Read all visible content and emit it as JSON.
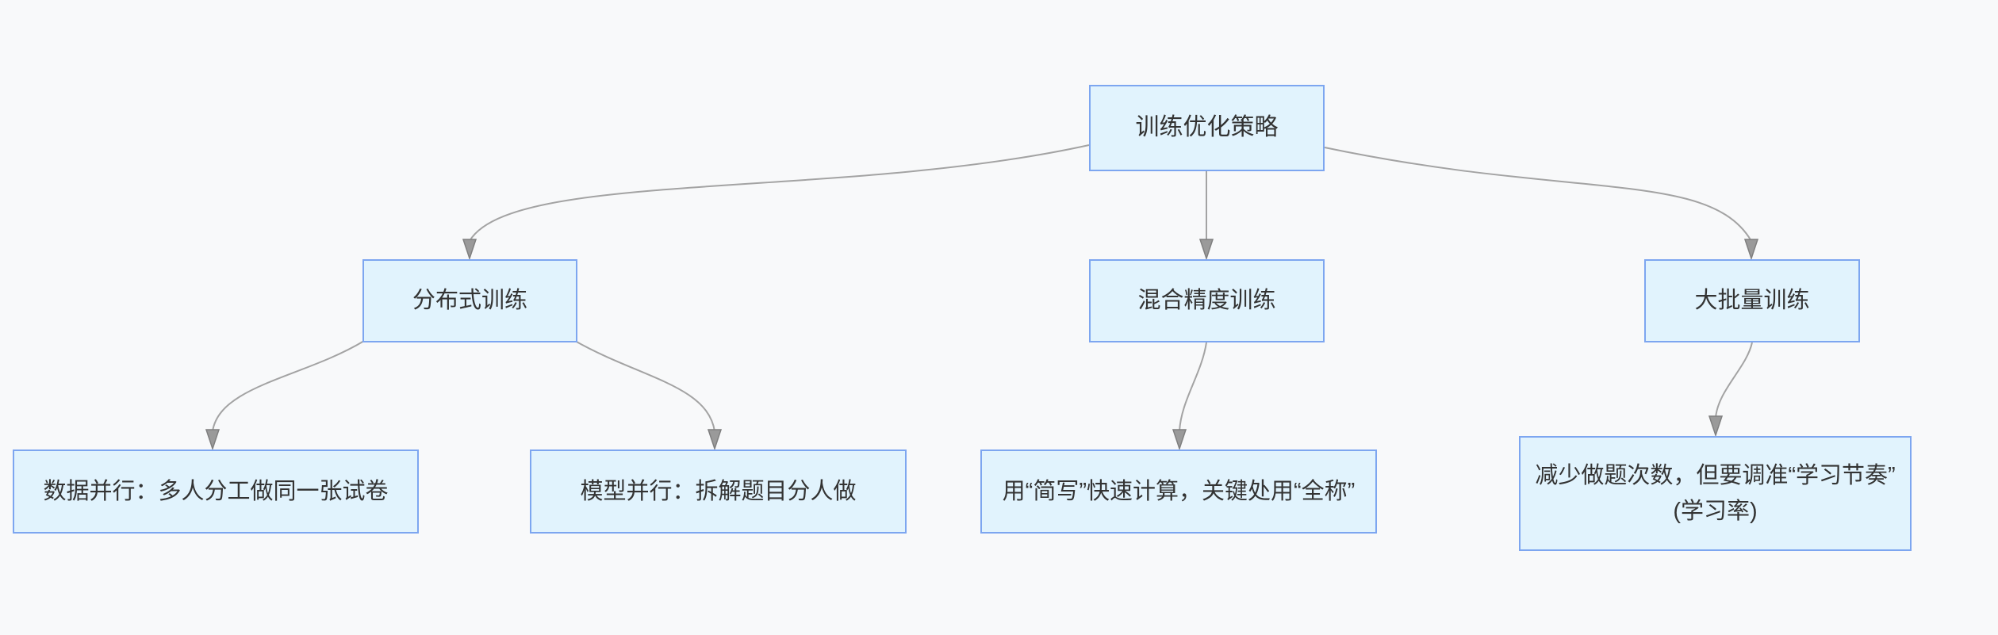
{
  "diagram": {
    "type": "flowchart",
    "direction": "top-down",
    "colors": {
      "background": "#f8f9fa",
      "node_fill": "#e1f3fd",
      "node_border": "#7da6f0",
      "edge": "#a3a3a3",
      "arrowhead": "#9a9a9a",
      "text": "#333333"
    },
    "nodes": [
      {
        "id": "root",
        "label": "训练优化策略"
      },
      {
        "id": "distributed",
        "label": "分布式训练"
      },
      {
        "id": "mixed-precision",
        "label": "混合精度训练"
      },
      {
        "id": "large-batch",
        "label": "大批量训练"
      },
      {
        "id": "data-parallel",
        "label": "数据并行：多人分工做同一张试卷"
      },
      {
        "id": "model-parallel",
        "label": "模型并行：拆解题目分人做"
      },
      {
        "id": "amp-detail",
        "label": "用“简写”快速计算，关键处用“全称”"
      },
      {
        "id": "lr-detail",
        "label": "减少做题次数，但要调准“学习节奏”",
        "label_line2": "(学习率)"
      }
    ],
    "edges": [
      {
        "from": "root",
        "to": "distributed"
      },
      {
        "from": "root",
        "to": "mixed-precision"
      },
      {
        "from": "root",
        "to": "large-batch"
      },
      {
        "from": "distributed",
        "to": "data-parallel"
      },
      {
        "from": "distributed",
        "to": "model-parallel"
      },
      {
        "from": "mixed-precision",
        "to": "amp-detail"
      },
      {
        "from": "large-batch",
        "to": "lr-detail"
      }
    ]
  }
}
